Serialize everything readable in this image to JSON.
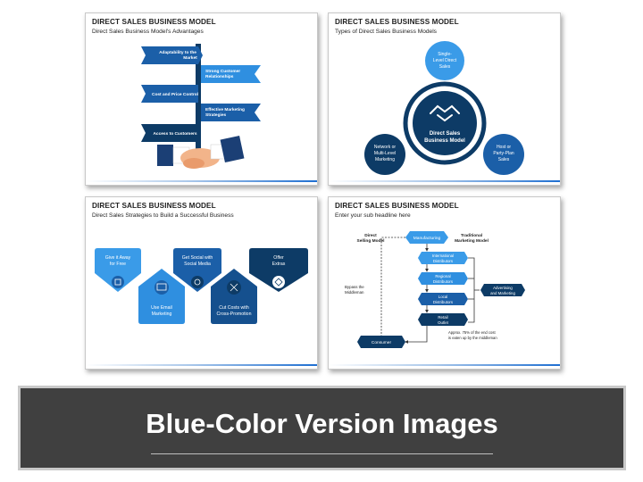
{
  "slides": [
    {
      "title": "DIRECT SALES BUSINESS MODEL",
      "subtitle": "Direct Sales Business Model's Advantages",
      "flags": [
        {
          "line1": "Adaptability to the",
          "line2": "Market"
        },
        {
          "line1": "Strong Customer",
          "line2": "Relationships"
        },
        {
          "line1": "Cost and Price Control",
          "line2": ""
        },
        {
          "line1": "Effective Marketing",
          "line2": "Strategies"
        },
        {
          "line1": "Access to Customers",
          "line2": ""
        }
      ]
    },
    {
      "title": "DIRECT SALES BUSINESS MODEL",
      "subtitle": "Types of Direct Sales Business Models",
      "center": {
        "line1": "Direct Sales",
        "line2": "Business Model"
      },
      "nodes": [
        {
          "lines": [
            "Single-",
            "Level Direct",
            "Sales"
          ]
        },
        {
          "lines": [
            "Network or",
            "Multi-Level",
            "Marketing"
          ]
        },
        {
          "lines": [
            "Host or",
            "Party-Plan",
            "Sales"
          ]
        }
      ]
    },
    {
      "title": "DIRECT SALES BUSINESS MODEL",
      "subtitle": "Direct Sales Strategies to Build a Successful Business",
      "items": [
        {
          "line1": "Give it Away",
          "line2": "for Free"
        },
        {
          "line1": "Use Email",
          "line2": "Marketing"
        },
        {
          "line1": "Get Social with",
          "line2": "Social Media"
        },
        {
          "line1": "Cut Costs with",
          "line2": "Cross-Promotion"
        },
        {
          "line1": "Offer",
          "line2": "Extras"
        }
      ]
    },
    {
      "title": "DIRECT SALES BUSINESS MODEL",
      "subtitle": "Enter your sub headline here",
      "direct_label": {
        "line1": "Direct",
        "line2": "Selling Model"
      },
      "traditional_label": {
        "line1": "Traditional",
        "line2": "Marketing Model"
      },
      "manufacturing": "Manufacturing",
      "international": {
        "line1": "International",
        "line2": "Distributors"
      },
      "regional": {
        "line1": "Regional",
        "line2": "Distributors"
      },
      "local": {
        "line1": "Local",
        "line2": "Distributors"
      },
      "retail": {
        "line1": "Retail",
        "line2": "Outlet"
      },
      "advertising": {
        "line1": "Advertising",
        "line2": "and Marketing"
      },
      "bypass": {
        "line1": "Bypass the",
        "line2": "Middleman"
      },
      "consumer": "Consumer",
      "note": {
        "line1": "Approx. 75% of the end cost",
        "line2": "is eaten up by the middleman"
      }
    }
  ],
  "banner": {
    "title": "Blue-Color Version Images"
  },
  "colors": {
    "navy": "#0d3b66",
    "mid": "#1b5fa8",
    "light": "#2f8fe0",
    "pale": "#3a9be8"
  }
}
